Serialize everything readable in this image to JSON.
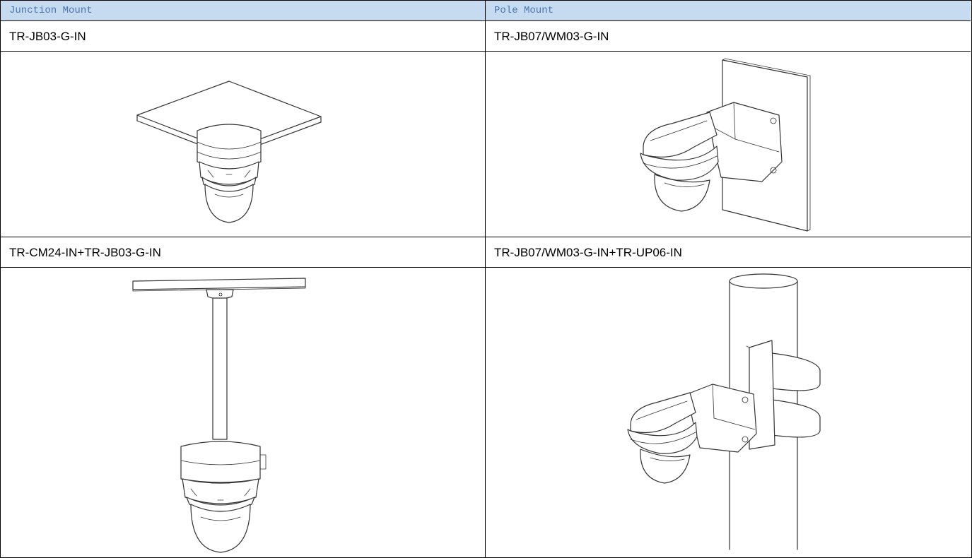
{
  "table": {
    "headers": [
      "Junction Mount",
      "Pole Mount"
    ],
    "rows": [
      {
        "labels": [
          "TR-JB03-G-IN",
          "TR-JB07/WM03-G-IN"
        ],
        "figures": [
          "ceiling-junction-mount-drawing",
          "wall-mount-drawing"
        ]
      },
      {
        "labels": [
          "TR-CM24-IN+TR-JB03-G-IN",
          "TR-JB07/WM03-G-IN+TR-UP06-IN"
        ],
        "figures": [
          "pendant-ceiling-mount-drawing",
          "pole-mount-drawing"
        ]
      }
    ]
  }
}
